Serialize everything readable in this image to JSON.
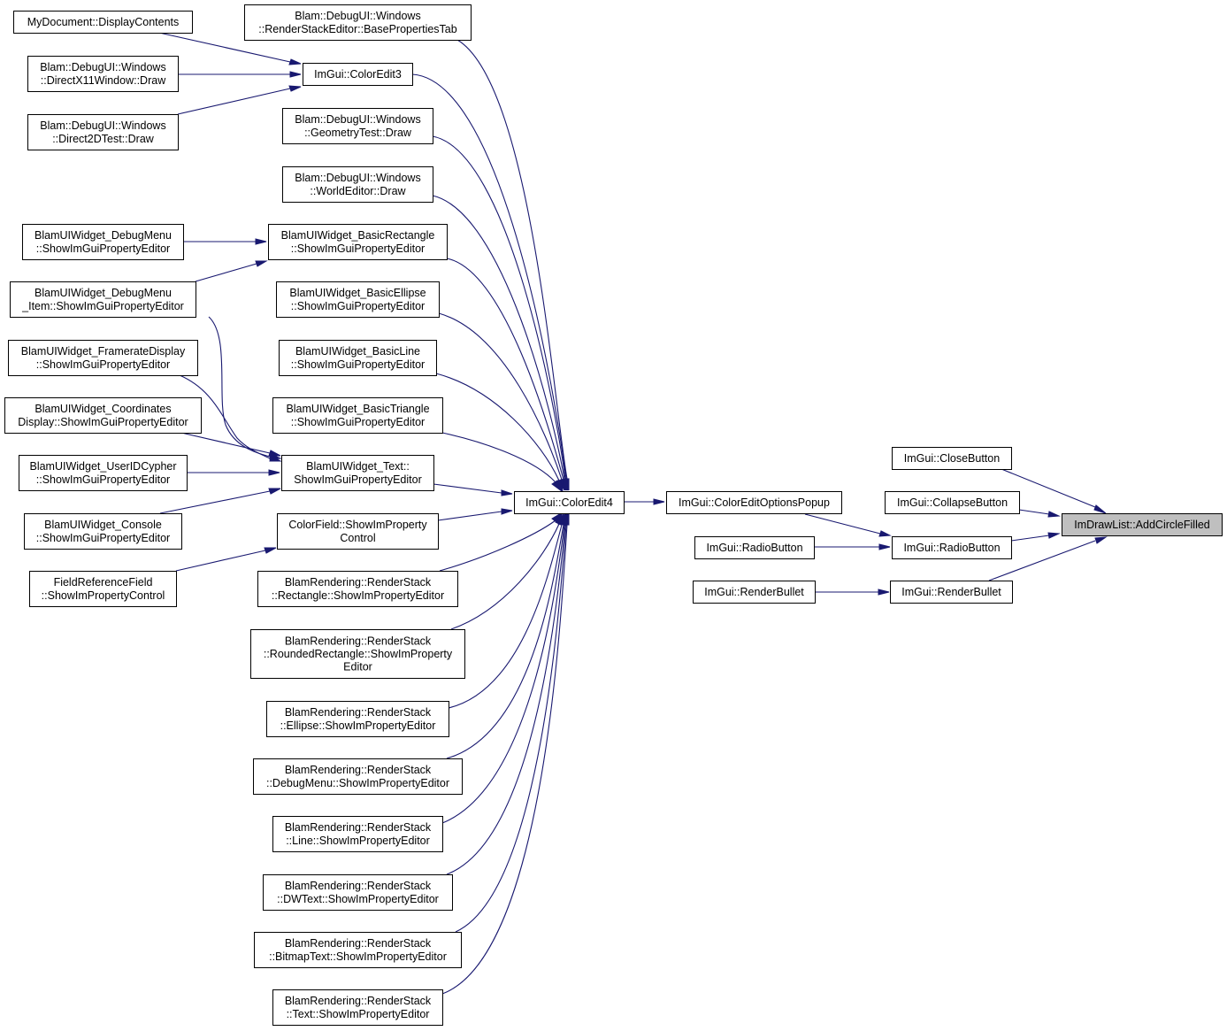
{
  "diagram": {
    "type": "caller-graph",
    "root": "ImDrawList::AddCircleFilled",
    "nodes": [
      {
        "id": "root",
        "lines": [
          "ImDrawList::AddCircleFilled"
        ],
        "highlighted": true
      },
      {
        "id": "closebutton",
        "lines": [
          "ImGui::CloseButton"
        ]
      },
      {
        "id": "collapsebutton",
        "lines": [
          "ImGui::CollapseButton"
        ]
      },
      {
        "id": "radiobutton_r",
        "lines": [
          "ImGui::RadioButton"
        ]
      },
      {
        "id": "renderbullet_r",
        "lines": [
          "ImGui::RenderBullet"
        ]
      },
      {
        "id": "coloreditoptionspopup",
        "lines": [
          "ImGui::ColorEditOptionsPopup"
        ]
      },
      {
        "id": "radiobutton_l",
        "lines": [
          "ImGui::RadioButton"
        ]
      },
      {
        "id": "renderbullet_l",
        "lines": [
          "ImGui::RenderBullet"
        ]
      },
      {
        "id": "coloredit4",
        "lines": [
          "ImGui::ColorEdit4"
        ]
      },
      {
        "id": "basepropertiestab",
        "lines": [
          "Blam::DebugUI::Windows",
          "::RenderStackEditor::BasePropertiesTab"
        ]
      },
      {
        "id": "coloredit3",
        "lines": [
          "ImGui::ColorEdit3"
        ]
      },
      {
        "id": "geometrytest",
        "lines": [
          "Blam::DebugUI::Windows",
          "::GeometryTest::Draw"
        ]
      },
      {
        "id": "worldeditor",
        "lines": [
          "Blam::DebugUI::Windows",
          "::WorldEditor::Draw"
        ]
      },
      {
        "id": "basicrectangle",
        "lines": [
          "BlamUIWidget_BasicRectangle",
          "::ShowImGuiPropertyEditor"
        ]
      },
      {
        "id": "basicellipse",
        "lines": [
          "BlamUIWidget_BasicEllipse",
          "::ShowImGuiPropertyEditor"
        ]
      },
      {
        "id": "basicline",
        "lines": [
          "BlamUIWidget_BasicLine",
          "::ShowImGuiPropertyEditor"
        ]
      },
      {
        "id": "basictriangle",
        "lines": [
          "BlamUIWidget_BasicTriangle",
          "::ShowImGuiPropertyEditor"
        ]
      },
      {
        "id": "text_widget",
        "lines": [
          "BlamUIWidget_Text::",
          "ShowImGuiPropertyEditor"
        ]
      },
      {
        "id": "colorfield",
        "lines": [
          "ColorField::ShowImProperty",
          "Control"
        ]
      },
      {
        "id": "rs_rectangle",
        "lines": [
          "BlamRendering::RenderStack",
          "::Rectangle::ShowImPropertyEditor"
        ]
      },
      {
        "id": "rs_roundedrect",
        "lines": [
          "BlamRendering::RenderStack",
          "::RoundedRectangle::ShowImProperty",
          "Editor"
        ]
      },
      {
        "id": "rs_ellipse",
        "lines": [
          "BlamRendering::RenderStack",
          "::Ellipse::ShowImPropertyEditor"
        ]
      },
      {
        "id": "rs_debugmenu",
        "lines": [
          "BlamRendering::RenderStack",
          "::DebugMenu::ShowImPropertyEditor"
        ]
      },
      {
        "id": "rs_line",
        "lines": [
          "BlamRendering::RenderStack",
          "::Line::ShowImPropertyEditor"
        ]
      },
      {
        "id": "rs_dwtext",
        "lines": [
          "BlamRendering::RenderStack",
          "::DWText::ShowImPropertyEditor"
        ]
      },
      {
        "id": "rs_bitmaptext",
        "lines": [
          "BlamRendering::RenderStack",
          "::BitmapText::ShowImPropertyEditor"
        ]
      },
      {
        "id": "rs_text",
        "lines": [
          "BlamRendering::RenderStack",
          "::Text::ShowImPropertyEditor"
        ]
      },
      {
        "id": "mydocument",
        "lines": [
          "MyDocument::DisplayContents"
        ]
      },
      {
        "id": "directx11",
        "lines": [
          "Blam::DebugUI::Windows",
          "::DirectX11Window::Draw"
        ]
      },
      {
        "id": "direct2dtest",
        "lines": [
          "Blam::DebugUI::Windows",
          "::Direct2DTest::Draw"
        ]
      },
      {
        "id": "debugmenu",
        "lines": [
          "BlamUIWidget_DebugMenu",
          "::ShowImGuiPropertyEditor"
        ]
      },
      {
        "id": "debugmenu_item",
        "lines": [
          "BlamUIWidget_DebugMenu",
          "_Item::ShowImGuiPropertyEditor"
        ]
      },
      {
        "id": "frameratedisplay",
        "lines": [
          "BlamUIWidget_FramerateDisplay",
          "::ShowImGuiPropertyEditor"
        ]
      },
      {
        "id": "coordinates",
        "lines": [
          "BlamUIWidget_Coordinates",
          "Display::ShowImGuiPropertyEditor"
        ]
      },
      {
        "id": "useridcypher",
        "lines": [
          "BlamUIWidget_UserIDCypher",
          "::ShowImGuiPropertyEditor"
        ]
      },
      {
        "id": "console",
        "lines": [
          "BlamUIWidget_Console",
          "::ShowImGuiPropertyEditor"
        ]
      },
      {
        "id": "fieldreference",
        "lines": [
          "FieldReferenceField",
          "::ShowImPropertyControl"
        ]
      }
    ],
    "edges": [
      {
        "from": "closebutton",
        "to": "root"
      },
      {
        "from": "collapsebutton",
        "to": "root"
      },
      {
        "from": "radiobutton_r",
        "to": "root"
      },
      {
        "from": "renderbullet_r",
        "to": "root"
      },
      {
        "from": "coloreditoptionspopup",
        "to": "radiobutton_r"
      },
      {
        "from": "radiobutton_l",
        "to": "radiobutton_r"
      },
      {
        "from": "renderbullet_l",
        "to": "renderbullet_r"
      },
      {
        "from": "coloredit4",
        "to": "coloreditoptionspopup"
      },
      {
        "from": "basepropertiestab",
        "to": "coloredit4"
      },
      {
        "from": "coloredit3",
        "to": "coloredit4"
      },
      {
        "from": "geometrytest",
        "to": "coloredit4"
      },
      {
        "from": "worldeditor",
        "to": "coloredit4"
      },
      {
        "from": "basicrectangle",
        "to": "coloredit4"
      },
      {
        "from": "basicellipse",
        "to": "coloredit4"
      },
      {
        "from": "basicline",
        "to": "coloredit4"
      },
      {
        "from": "basictriangle",
        "to": "coloredit4"
      },
      {
        "from": "text_widget",
        "to": "coloredit4"
      },
      {
        "from": "colorfield",
        "to": "coloredit4"
      },
      {
        "from": "rs_rectangle",
        "to": "coloredit4"
      },
      {
        "from": "rs_roundedrect",
        "to": "coloredit4"
      },
      {
        "from": "rs_ellipse",
        "to": "coloredit4"
      },
      {
        "from": "rs_debugmenu",
        "to": "coloredit4"
      },
      {
        "from": "rs_line",
        "to": "coloredit4"
      },
      {
        "from": "rs_dwtext",
        "to": "coloredit4"
      },
      {
        "from": "rs_bitmaptext",
        "to": "coloredit4"
      },
      {
        "from": "rs_text",
        "to": "coloredit4"
      },
      {
        "from": "mydocument",
        "to": "coloredit3"
      },
      {
        "from": "directx11",
        "to": "coloredit3"
      },
      {
        "from": "direct2dtest",
        "to": "coloredit3"
      },
      {
        "from": "debugmenu",
        "to": "basicrectangle"
      },
      {
        "from": "debugmenu_item",
        "to": "basicrectangle"
      },
      {
        "from": "debugmenu_item",
        "to": "text_widget"
      },
      {
        "from": "frameratedisplay",
        "to": "text_widget"
      },
      {
        "from": "coordinates",
        "to": "text_widget"
      },
      {
        "from": "useridcypher",
        "to": "text_widget"
      },
      {
        "from": "console",
        "to": "text_widget"
      },
      {
        "from": "fieldreference",
        "to": "colorfield"
      }
    ],
    "colors": {
      "edge": "#191970",
      "node_border": "#000000",
      "root_fill": "#bfbfbf",
      "node_fill": "#ffffff"
    }
  }
}
